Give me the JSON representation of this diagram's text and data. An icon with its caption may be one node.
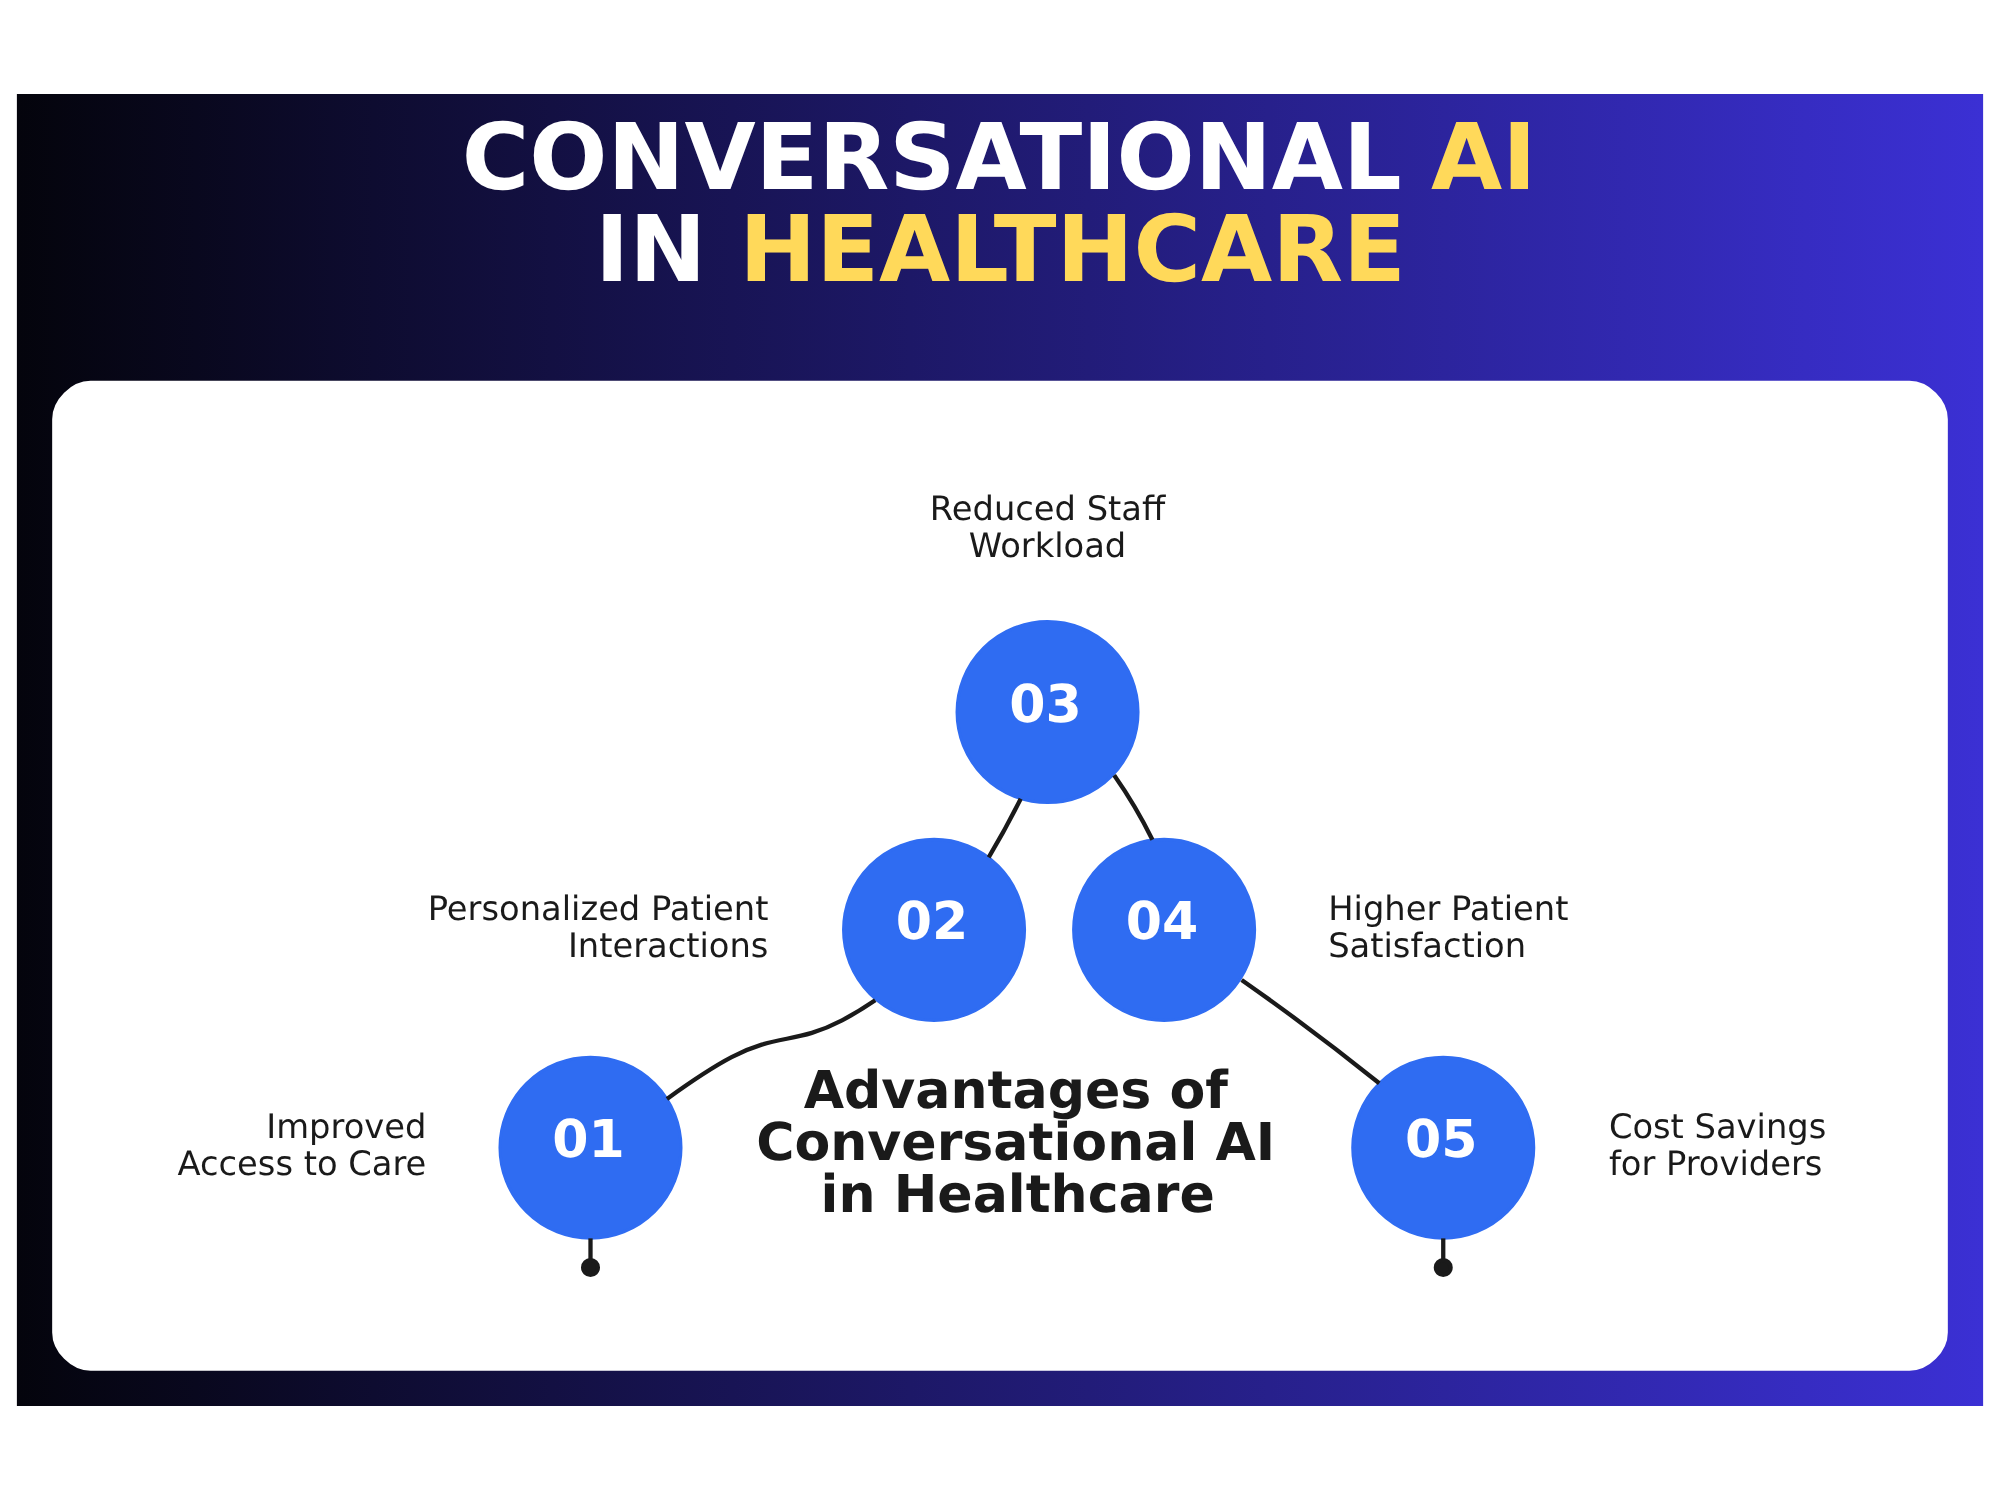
{
  "diagram": {
    "title": "CONVERSATIONAL AI IN HEALTHCARE",
    "nodes": [
      {
        "text": [],
        "shape": "ellipse"
      },
      {
        "text": [
          "01"
        ],
        "beside": [
          "Improved Access to Care"
        ],
        "in": 0
      },
      {
        "text": [
          "02"
        ],
        "beside": [
          "Personalized Patient Interactions"
        ],
        "in": 0
      },
      {
        "text": [
          "03"
        ],
        "beside": [
          "Reduced Staff Workload"
        ],
        "in": 0
      },
      {
        "text": [
          "04"
        ],
        "beside": [
          "Higher Patient Satisfaction"
        ],
        "in": 0
      },
      {
        "text": [
          "05"
        ],
        "beside": [
          "Cost Savings for Providers"
        ],
        "in": 0
      }
    ],
    "edges": [
      {
        "from": 1,
        "to": 2,
        "arrow": "none"
      },
      {
        "from": 2,
        "to": 3,
        "arrow": "none"
      },
      {
        "from": 3,
        "to": 4,
        "arrow": "none"
      },
      {
        "from": 4,
        "to": 5,
        "arrow": "none"
      },
      {
        "from": 1,
        "to": null,
        "arrow": "other"
      },
      {
        "from": 5,
        "to": null,
        "arrow": "other"
      }
    ],
    "labels": [
      "Advantages of Conversational AI in Healthcare"
    ]
  }
}
